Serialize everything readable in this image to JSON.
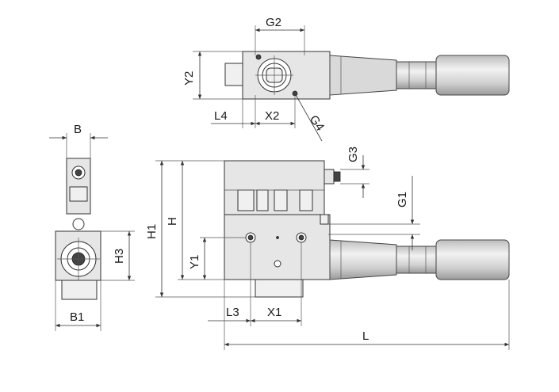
{
  "labels": {
    "g2": "G2",
    "y2": "Y2",
    "l4": "L4",
    "x2": "X2",
    "g4": "G4",
    "b": "B",
    "g3": "G3",
    "g1": "G1",
    "h1": "H1",
    "h": "H",
    "h3": "H3",
    "y1": "Y1",
    "b1": "B1",
    "l3": "L3",
    "x1": "X1",
    "l": "L"
  },
  "colors": {
    "body_fill": "#e6e6e6",
    "grip_fill": "#d9d9d9",
    "line": "#333333"
  }
}
